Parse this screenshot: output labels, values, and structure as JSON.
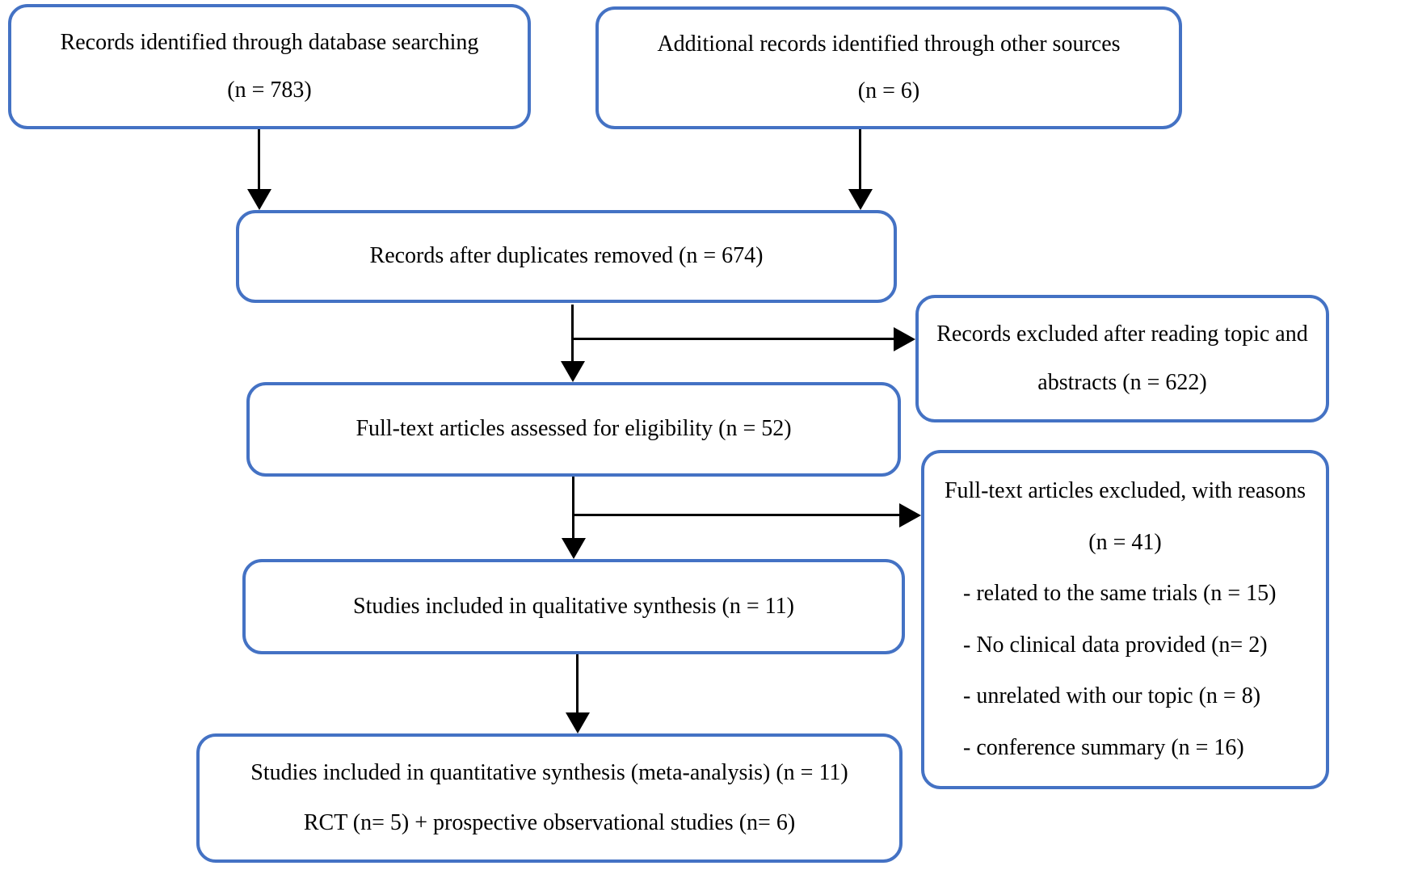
{
  "diagram": {
    "colors": {
      "box-border": "#4472C4",
      "arrow": "#000000",
      "text": "#000000",
      "background": "#ffffff"
    },
    "boxes": {
      "records_db": {
        "line1": "Records identified through database searching",
        "line2": "(n = 783)"
      },
      "records_other": {
        "line1": "Additional records identified through other sources",
        "line2": "(n = 6)"
      },
      "dedup": {
        "line1": "Records after duplicates removed (n = 674)"
      },
      "excluded_abstracts": {
        "line1": "Records excluded after reading topic and",
        "line2": "abstracts (n = 622)"
      },
      "fulltext": {
        "line1": "Full-text articles assessed for eligibility (n = 52)"
      },
      "excluded_fulltext": {
        "line1": "Full-text articles excluded, with reasons",
        "line2": "(n = 41)",
        "reasons": [
          "- related to the same trials (n = 15)",
          "- No clinical data provided (n= 2)",
          "- unrelated with our topic (n = 8)",
          "- conference summary (n = 16)"
        ]
      },
      "qualitative": {
        "line1": "Studies included in qualitative synthesis (n = 11)"
      },
      "quantitative": {
        "line1": "Studies included in quantitative synthesis (meta-analysis) (n = 11)",
        "line2": "RCT (n= 5) + prospective observational studies (n= 6)"
      }
    }
  }
}
